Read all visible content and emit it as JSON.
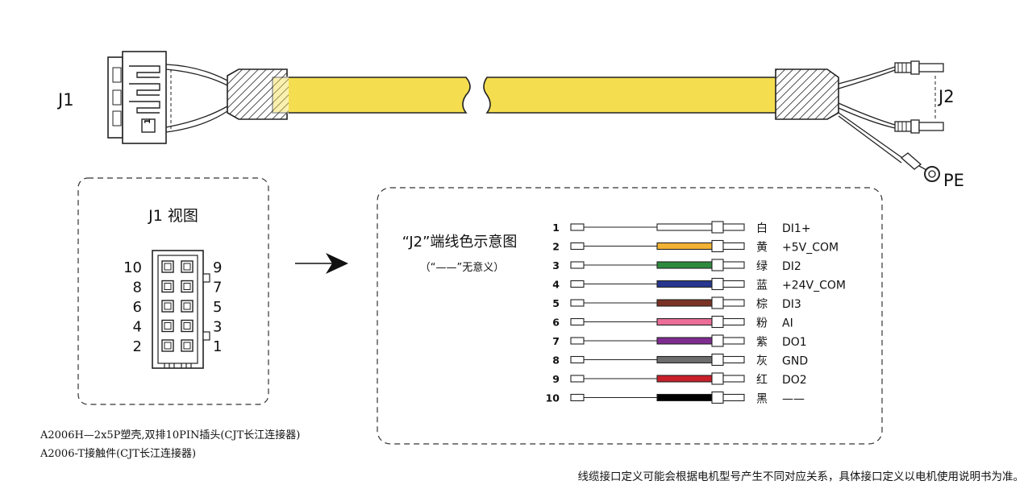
{
  "top": {
    "j1_label": "J1",
    "j2_label": "J2",
    "pe_label": "PE",
    "pin_marker": "1",
    "colors": {
      "cable": "#f4de4f",
      "cable_edge": "#222222"
    }
  },
  "j1_view": {
    "title": "J1 视图",
    "left_pins": [
      "10",
      "8",
      "6",
      "4",
      "2"
    ],
    "right_pins": [
      "9",
      "7",
      "5",
      "3",
      "1"
    ]
  },
  "j2_diagram": {
    "title": "“J2”端线色示意图",
    "subtitle": "（“——”无意义）",
    "wires": [
      {
        "pin": "1",
        "color_name": "白",
        "signal": "DI1+",
        "color": "#ffffff"
      },
      {
        "pin": "2",
        "color_name": "黄",
        "signal": "+5V_COM",
        "color": "#f2b233"
      },
      {
        "pin": "3",
        "color_name": "绿",
        "signal": "DI2",
        "color": "#2e8b3e"
      },
      {
        "pin": "4",
        "color_name": "蓝",
        "signal": "+24V_COM",
        "color": "#27378f"
      },
      {
        "pin": "5",
        "color_name": "棕",
        "signal": "DI3",
        "color": "#7a3224"
      },
      {
        "pin": "6",
        "color_name": "粉",
        "signal": "AI",
        "color": "#ec6e98"
      },
      {
        "pin": "7",
        "color_name": "紫",
        "signal": "DO1",
        "color": "#7f2c91"
      },
      {
        "pin": "8",
        "color_name": "灰",
        "signal": "GND",
        "color": "#6d6d6d"
      },
      {
        "pin": "9",
        "color_name": "红",
        "signal": "DO2",
        "color": "#c8202a"
      },
      {
        "pin": "10",
        "color_name": "黑",
        "signal": "——",
        "color": "#000000"
      }
    ]
  },
  "notes": {
    "line1": "A2006H—2x5P塑壳,双排10PIN插头(CJT长江连接器)",
    "line2": "A2006-T接触件(CJT长江连接器)",
    "footer": "线缆接口定义可能会根据电机型号产生不同对应关系，具体接口定义以电机使用说明书为准。"
  }
}
